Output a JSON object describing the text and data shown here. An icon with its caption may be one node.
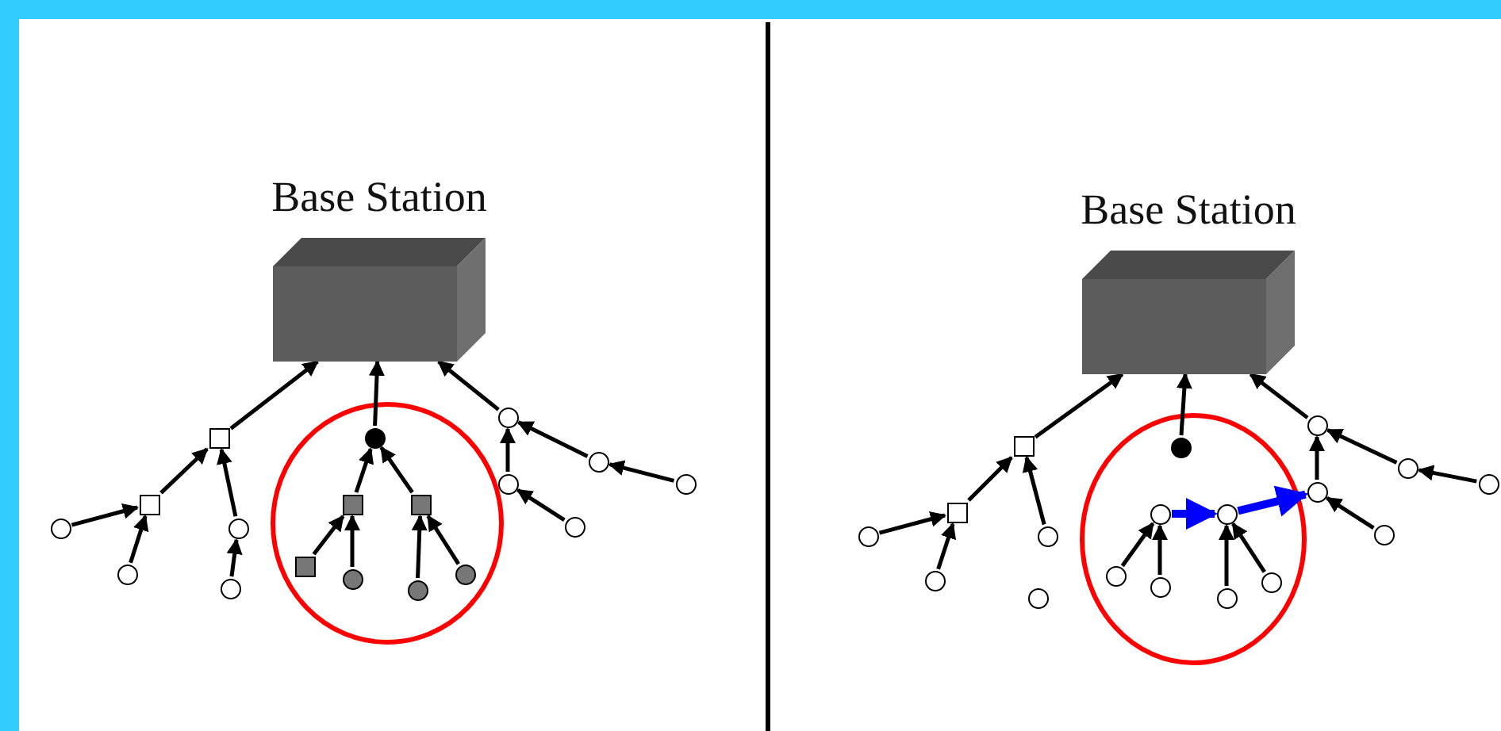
{
  "diagram": {
    "nodes": [
      {
        "text": [
          "Base Station"
        ]
      },
      {
        "text": [],
        "shape": "box"
      },
      {
        "text": [],
        "shape": "box"
      },
      {
        "text": [],
        "shape": "circle"
      },
      {
        "text": [],
        "shape": "circle"
      },
      {
        "text": [],
        "shape": "circle"
      },
      {
        "text": [],
        "shape": "circle"
      },
      {
        "text": [],
        "shape": "circle"
      },
      {
        "text": [],
        "shape": "box"
      },
      {
        "text": [],
        "shape": "box"
      },
      {
        "text": [],
        "shape": "box"
      },
      {
        "text": [],
        "shape": "circle"
      },
      {
        "text": [],
        "shape": "circle"
      },
      {
        "text": [],
        "shape": "circle"
      },
      {
        "text": [],
        "shape": "circle"
      },
      {
        "text": [],
        "shape": "circle"
      },
      {
        "text": [],
        "shape": "circle"
      },
      {
        "text": [],
        "shape": "circle"
      },
      {
        "text": [],
        "shape": "circle"
      },
      {
        "text": [
          "Base Station"
        ]
      },
      {
        "text": [],
        "shape": "box"
      },
      {
        "text": [],
        "shape": "box"
      },
      {
        "text": [],
        "shape": "circle"
      },
      {
        "text": [],
        "shape": "circle"
      },
      {
        "text": [],
        "shape": "circle"
      },
      {
        "text": [],
        "shape": "circle"
      },
      {
        "text": [],
        "shape": "circle"
      },
      {
        "text": [],
        "shape": "circle"
      },
      {
        "text": [],
        "shape": "circle"
      },
      {
        "text": [],
        "shape": "circle"
      },
      {
        "text": [],
        "shape": "circle"
      },
      {
        "text": [],
        "shape": "circle"
      },
      {
        "text": [],
        "shape": "circle"
      },
      {
        "text": [],
        "shape": "circle"
      },
      {
        "text": [],
        "shape": "circle"
      },
      {
        "text": [],
        "shape": "circle"
      },
      {
        "text": [],
        "shape": "circle"
      },
      {
        "text": [],
        "shape": "circle"
      }
    ],
    "edges": [
      {
        "from": 1,
        "to": 0,
        "arrow": "to"
      },
      {
        "from": 2,
        "to": 1,
        "arrow": "to"
      },
      {
        "from": 3,
        "to": 2,
        "arrow": "to"
      },
      {
        "from": 4,
        "to": 2,
        "arrow": "to"
      },
      {
        "from": 5,
        "to": 1,
        "arrow": "to"
      },
      {
        "from": 6,
        "to": 5,
        "arrow": "to"
      },
      {
        "from": 7,
        "to": 0,
        "arrow": "to"
      },
      {
        "from": 8,
        "to": 7,
        "arrow": "to"
      },
      {
        "from": 9,
        "to": 7,
        "arrow": "to"
      },
      {
        "from": 10,
        "to": 8,
        "arrow": "to"
      },
      {
        "from": 11,
        "to": 8,
        "arrow": "to"
      },
      {
        "from": 12,
        "to": 9,
        "arrow": "to"
      },
      {
        "from": 13,
        "to": 9,
        "arrow": "to"
      },
      {
        "from": 14,
        "to": 0,
        "arrow": "to"
      },
      {
        "from": 15,
        "to": 14,
        "arrow": "to"
      },
      {
        "from": 16,
        "to": 15,
        "arrow": "to"
      },
      {
        "from": 17,
        "to": 14,
        "arrow": "to"
      },
      {
        "from": 18,
        "to": 17,
        "arrow": "to"
      },
      {
        "from": 20,
        "to": 19,
        "arrow": "to"
      },
      {
        "from": 21,
        "to": 20,
        "arrow": "to"
      },
      {
        "from": 22,
        "to": 21,
        "arrow": "to"
      },
      {
        "from": 23,
        "to": 21,
        "arrow": "to"
      },
      {
        "from": 24,
        "to": 20,
        "arrow": "to"
      },
      {
        "from": 26,
        "to": 19,
        "arrow": "to"
      },
      {
        "from": 27,
        "to": 28,
        "arrow": "to",
        "style": "thick",
        "color": "#0000ff"
      },
      {
        "from": 28,
        "to": 29,
        "arrow": "to",
        "style": "thick",
        "color": "#0000ff"
      },
      {
        "from": 29,
        "to": 30,
        "arrow": "to"
      },
      {
        "from": 30,
        "to": 19,
        "arrow": "to"
      },
      {
        "from": 31,
        "to": 30,
        "arrow": "to"
      },
      {
        "from": 32,
        "to": 31,
        "arrow": "to"
      },
      {
        "from": 33,
        "to": 29,
        "arrow": "to"
      },
      {
        "from": 34,
        "to": 27,
        "arrow": "to"
      },
      {
        "from": 35,
        "to": 27,
        "arrow": "to"
      },
      {
        "from": 36,
        "to": 28,
        "arrow": "to"
      },
      {
        "from": 37,
        "to": 28,
        "arrow": "to"
      }
    ]
  }
}
